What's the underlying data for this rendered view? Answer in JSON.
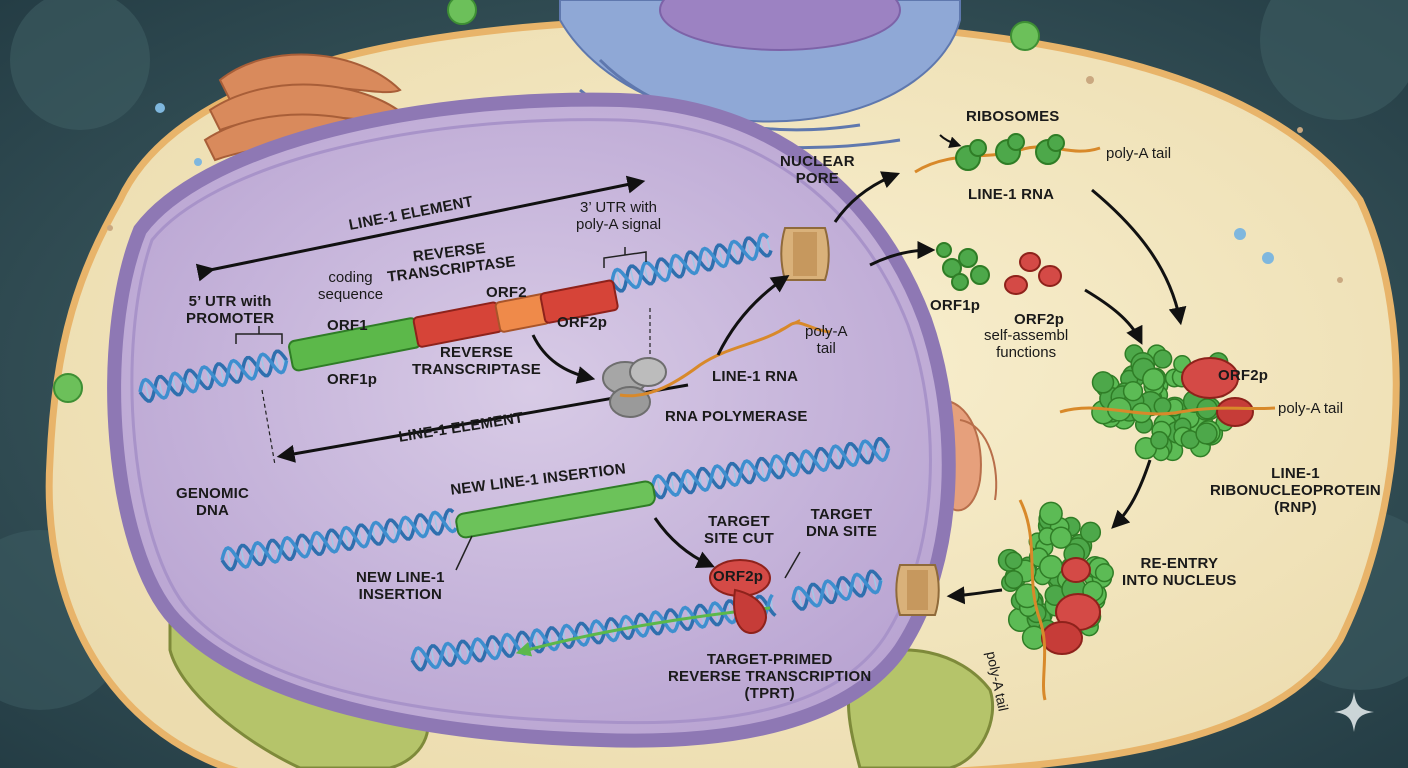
{
  "labels": {
    "line1_element_top": "LINE-1 ELEMENT",
    "utr3_line1": "3’ UTR with",
    "utr3_line2": "poly-A signal",
    "coding_line1": "coding",
    "coding_line2": "sequence",
    "rt_top_line1": "REVERSE",
    "rt_top_line2": "TRANSCRIPTASE",
    "utr5_line1": "5’ UTR with",
    "utr5_line2": "PROMOTER",
    "orf1": "ORF1",
    "orf2": "ORF2",
    "orf2p_gene": "ORF2p",
    "orf1p_gene": "ORF1p",
    "rt_bottom_line1": "REVERSE",
    "rt_bottom_line2": "TRANSCRIPTASE",
    "polya_nuc_line1": "poly-A",
    "polya_nuc_line2": "tail",
    "line1_rna_nuc": "LINE-1 RNA",
    "rna_polymerase": "RNA POLYMERASE",
    "line1_element_bottom": "LINE-1 ELEMENT",
    "genomic_line1": "GENOMIC",
    "genomic_line2": "DNA",
    "new_insertion_top": "NEW LINE-1 INSERTION",
    "new_insertion_line1": "NEW LINE-1",
    "new_insertion_line2": "INSERTION",
    "target_cut_line1": "TARGET",
    "target_cut_line2": "SITE CUT",
    "target_dna_line1": "TARGET",
    "target_dna_line2": "DNA SITE",
    "orf2p_tprt": "ORF2p",
    "tprt_line1": "TARGET-PRIMED",
    "tprt_line2": "REVERSE TRANSCRIPTION",
    "tprt_line3": "(TPRT)",
    "nuclear_pore_line1": "NUCLEAR",
    "nuclear_pore_line2": "PORE",
    "ribosomes": "RIBOSOMES",
    "polya_cyto": "poly-A tail",
    "line1_rna_cyto": "LINE-1 RNA",
    "orf1p_cyto": "ORF1p",
    "orf2p_cyto": "ORF2p",
    "self_assembl_line1": "self-assembl",
    "self_assembl_line2": "functions",
    "orf2p_rnp": "ORF2p",
    "polya_rnp": "poly-A tail",
    "rnp_line1": "LINE-1",
    "rnp_line2": "RIBONUCLEOPROTEIN",
    "rnp_line3": "(RNP)",
    "reentry_line1": "RE-ENTRY",
    "reentry_line2": "INTO NUCLEUS",
    "polya_reentry": "poly-A tail"
  },
  "icons": [
    "sparkle-icon"
  ],
  "colors": {
    "background": "#2d4a52",
    "cytoplasm": "#f3e7c2",
    "nucleus": "#c9b8dc",
    "nuclear_envelope": "#8e78b4",
    "dna_blue": "#3e8fcf",
    "orf1_green": "#5cb84a",
    "orf2_red": "#d64438",
    "rna_orange": "#d8892a",
    "protein_green": "#4da84a",
    "protein_red": "#d44a46",
    "polymerase_grey": "#a6a6a6",
    "arrow_black": "#111111"
  }
}
